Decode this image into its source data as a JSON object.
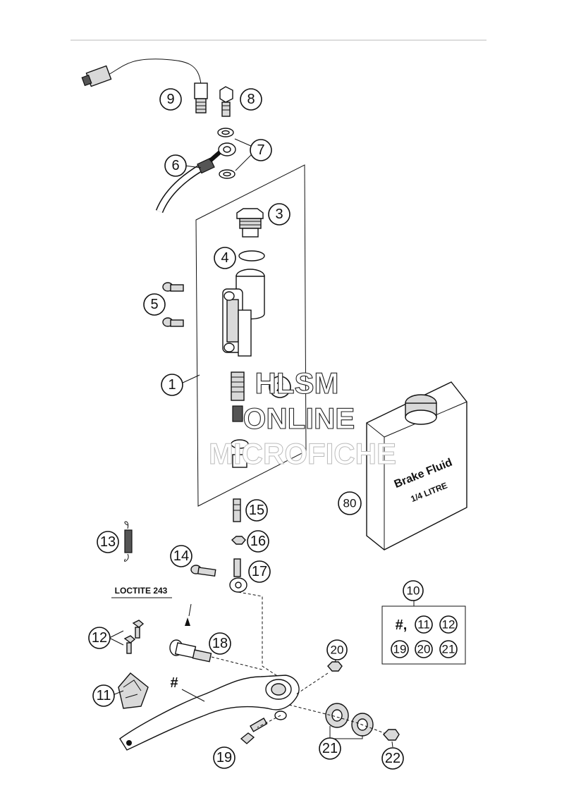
{
  "watermark": {
    "line1": "HLSM",
    "line2": "ONLINE",
    "line3": "MICROFICHE"
  },
  "annotations": {
    "loctite": "LOCTITE 243",
    "hash": "#"
  },
  "brake_fluid": {
    "label_line1": "Brake Fluid",
    "label_line2": "1/4 LITRE"
  },
  "callouts": {
    "p1": "1",
    "p2": "2",
    "p3": "3",
    "p4": "4",
    "p5": "5",
    "p6": "6",
    "p7": "7",
    "p8": "8",
    "p9": "9",
    "p10": "10",
    "p13": "13",
    "p14": "14",
    "p15": "15",
    "p16": "16",
    "p17": "17",
    "p18": "18",
    "p11": "11",
    "p12": "12",
    "p19": "19",
    "p20": "20",
    "p21": "21",
    "p22": "22",
    "p80": "80"
  },
  "kit_box": {
    "hash": "#,",
    "row1": [
      "11",
      "12"
    ],
    "row2": [
      "19",
      "20",
      "21"
    ]
  }
}
